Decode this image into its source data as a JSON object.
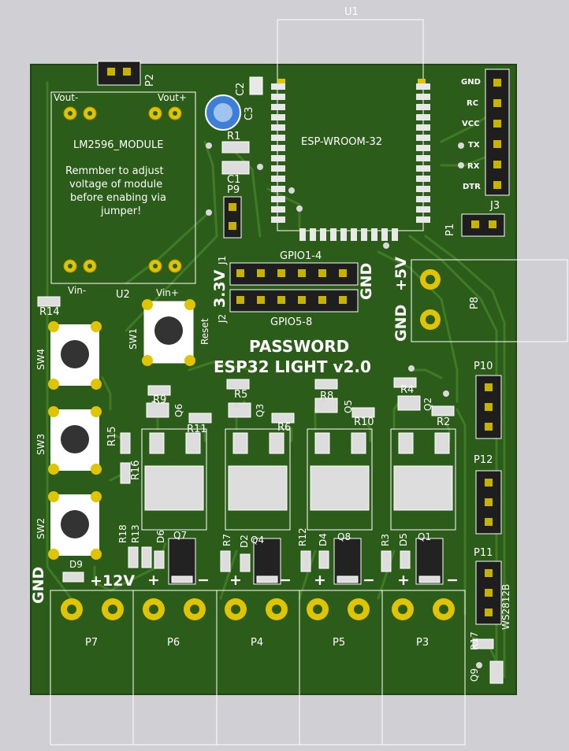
{
  "board": {
    "colors": {
      "outside": "#cfcfd4",
      "pcb": "#2c5c1a",
      "trace": "#3f7a24",
      "outline": "#ffffff",
      "pad": "#e0c400",
      "header": "#1e1e1e"
    }
  },
  "top_labels": {
    "u1": "U1",
    "p2": "P2",
    "c2": "C2",
    "c3": "C3",
    "r1": "R1",
    "c1": "C1",
    "p9": "P9"
  },
  "module": {
    "ref": "U2",
    "name": "LM2596_MODULE",
    "note_line1": "Remmber to adjust",
    "note_line2": "voltage of module",
    "note_line3": "before enabing via",
    "note_line4": "jumper!",
    "vout_minus": "Vout-",
    "vout_plus": "Vout+",
    "vin_minus": "Vin-",
    "vin_plus": "Vin+"
  },
  "esp": {
    "name": "ESP-WROOM-32"
  },
  "j3": {
    "ref": "J3",
    "pins": [
      "GND",
      "RC",
      "VCC",
      "TX",
      "RX",
      "DTR"
    ]
  },
  "p1": "P1",
  "gpio": {
    "j1": "J1",
    "j2": "J2",
    "top": "GPIO1-4",
    "bottom": "GPIO5-8",
    "v33": "3.3V",
    "gnd": "GND"
  },
  "power": {
    "gnd": "GND",
    "p5v": "+5V",
    "p8": "P8"
  },
  "title": {
    "line1": "PASSWORD",
    "line2": "ESP32 LIGHT v2.0"
  },
  "switches": {
    "sw1": "SW1",
    "reset": "Reset",
    "sw2": "SW2",
    "sw3": "SW3",
    "sw4": "SW4",
    "r14": "R14"
  },
  "parts": {
    "r9": "R9",
    "q6": "Q6",
    "r11": "R11",
    "r5": "R5",
    "q3": "Q3",
    "r6": "R6",
    "r8": "R8",
    "q5": "Q5",
    "r10": "R10",
    "r4": "R4",
    "q2": "Q2",
    "r2": "R2",
    "r15": "R15",
    "r16": "R16",
    "r18": "R18",
    "r13": "R13",
    "d6": "D6",
    "q7": "Q7",
    "r7": "R7",
    "d2": "D2",
    "q4": "Q4",
    "r12": "R12",
    "d4": "D4",
    "q8": "Q8",
    "r3": "R3",
    "d5": "D5",
    "q1": "Q1",
    "d9": "D9"
  },
  "right": {
    "p10": "P10",
    "p12": "P12",
    "p11": "P11",
    "ws": "WS2812B",
    "r17": "R17",
    "q9": "Q9"
  },
  "outputs": {
    "gnd": "GND",
    "v12": "+12V",
    "plus": "+",
    "minus": "−",
    "refs": [
      "P7",
      "P6",
      "P4",
      "P5",
      "P3"
    ]
  }
}
